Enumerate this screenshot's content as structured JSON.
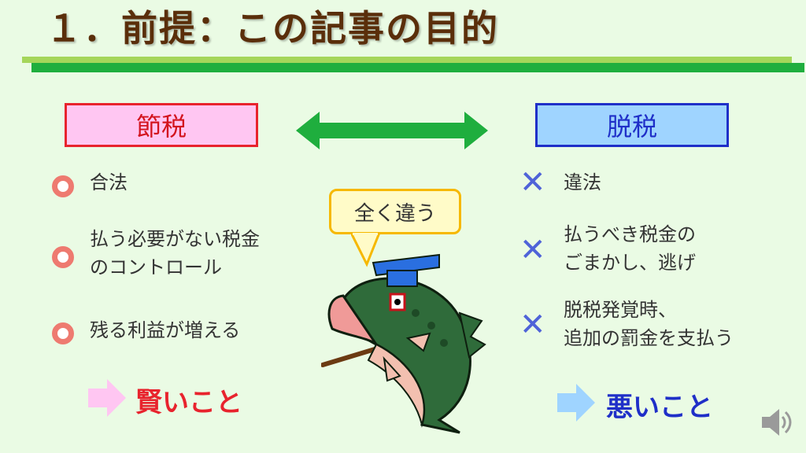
{
  "title": "１．前提：この記事の目的",
  "left": {
    "label": "節税",
    "items": [
      "合法",
      "払う必要がない税金\nのコントロール",
      "残る利益が増える"
    ],
    "conclusion": "賢いこと"
  },
  "right": {
    "label": "脱税",
    "items": [
      "違法",
      "払うべき税金の\nごまかし、逃げ",
      "脱税発覚時、\n追加の罰金を支払う"
    ],
    "conclusion": "悪いこと"
  },
  "bubble": "全く違う",
  "icons": {
    "left_mark": "circle-o-icon",
    "right_mark": "cross-icon",
    "left_arrow": "pink-right-arrow-icon",
    "right_arrow": "blue-right-arrow-icon",
    "audio": "speaker-icon",
    "illustration": "bass-fish-illustration"
  },
  "colors": {
    "title": "#5a2e0a",
    "left_accent": "#e8232d",
    "right_accent": "#1f2fc8",
    "rule": "#1fae3e"
  }
}
